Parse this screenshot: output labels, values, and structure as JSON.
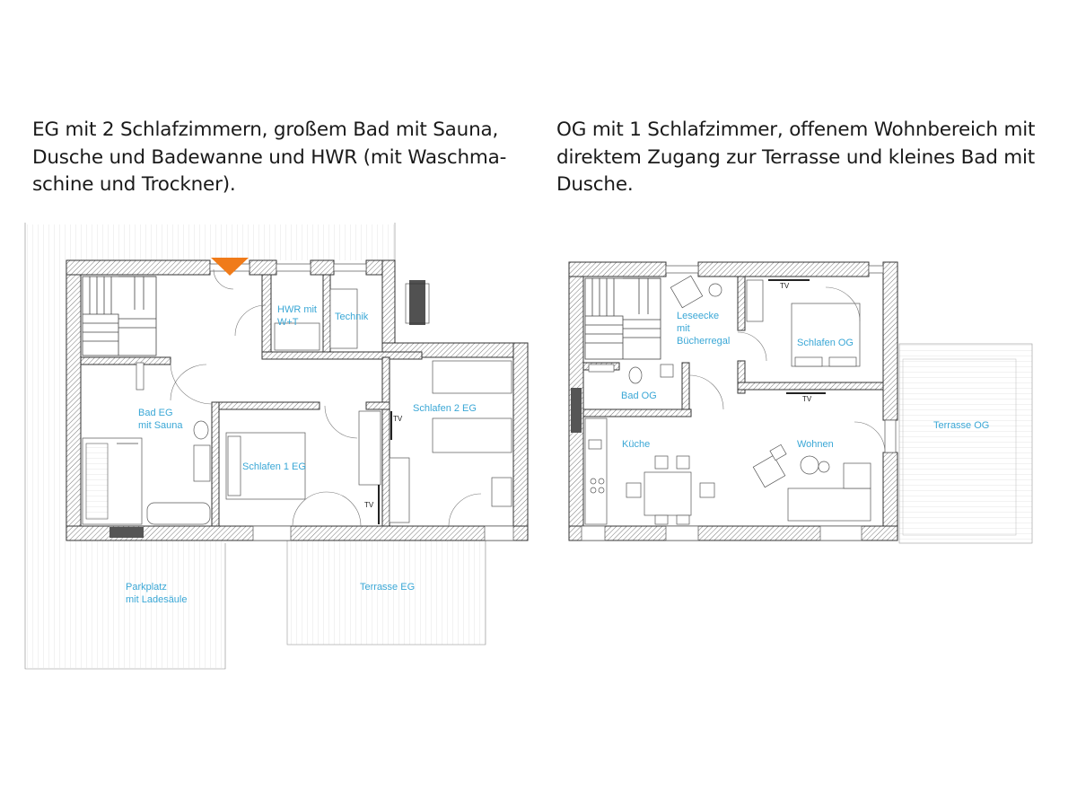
{
  "descriptions": {
    "eg": "EG mit 2 Schlafzimmern, großem Bad mit Sauna,\nDusche und Badewanne und HWR (mit Waschma-\nschine und Trockner).",
    "og": "OG mit 1 Schlafzimmer, offenem Wohnbereich mit\ndirektem Zugang zur Terrasse und kleines Bad mit\nDusche."
  },
  "eg_plan": {
    "rooms": {
      "hwr_line1": "HWR mit",
      "hwr_line2": "W+T",
      "technik": "Technik",
      "bad_line1": "Bad EG",
      "bad_line2": "mit Sauna",
      "schlafen1": "Schlafen 1 EG",
      "schlafen2": "Schlafen 2 EG",
      "parkplatz_line1": "Parkplatz",
      "parkplatz_line2": "mit Ladesäule",
      "terrasse": "Terrasse EG"
    },
    "tv_labels": [
      "TV",
      "TV"
    ]
  },
  "og_plan": {
    "rooms": {
      "leseecke_line1": "Leseecke",
      "leseecke_line2": "mit",
      "leseecke_line3": "Bücherregal",
      "schlafen": "Schlafen OG",
      "bad": "Bad OG",
      "kueche": "Küche",
      "wohnen": "Wohnen",
      "terrasse": "Terrasse OG"
    },
    "tv_labels": [
      "TV",
      "TV"
    ]
  },
  "colors": {
    "room_label": "#3aa7d6",
    "entrance_marker": "#f07b1a",
    "text": "#1a1a1a"
  }
}
